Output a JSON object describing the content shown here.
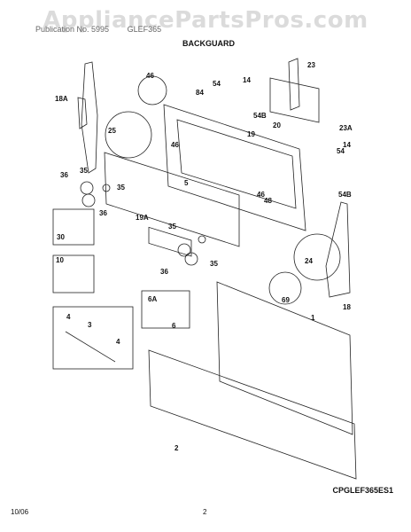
{
  "watermark": "AppliancePartsPros.com",
  "header": {
    "publication_label": "Publication No. 5995",
    "model_label": "GLEF365"
  },
  "page_title": "BACKGUARD",
  "diagram_code": "CPGLEF365ES1",
  "footer": {
    "date": "10/06",
    "page": "2"
  },
  "callouts": [
    "23",
    "18A",
    "46",
    "84",
    "54",
    "14",
    "54B",
    "20",
    "23A",
    "25",
    "46",
    "19",
    "54",
    "14",
    "35",
    "36",
    "35",
    "5",
    "46",
    "48",
    "54B",
    "36",
    "19A",
    "30",
    "35",
    "36",
    "35",
    "24",
    "10",
    "69",
    "6A",
    "6",
    "1",
    "18",
    "4",
    "3",
    "4",
    "2"
  ],
  "colors": {
    "line": "#222222",
    "watermark": "#bfbfbf"
  }
}
